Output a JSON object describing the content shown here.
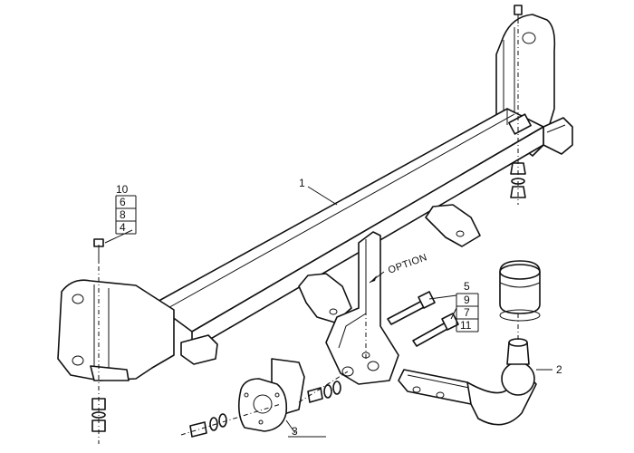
{
  "callouts": {
    "c1": "1",
    "c2": "2",
    "c3": "3",
    "bolt_stack_left": [
      "10",
      "6",
      "8",
      "4"
    ],
    "bolt_stack_right": [
      "5",
      "9",
      "7",
      "11"
    ]
  },
  "option_label": "OPTION"
}
